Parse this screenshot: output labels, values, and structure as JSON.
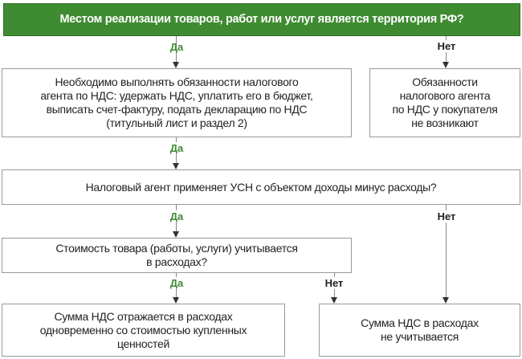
{
  "question_place": "Местом реализации товаров, работ или услуг является территория РФ?",
  "agent_duties": [
    "Необходимо выполнять обязанности налогового",
    "агента по НДС: удержать НДС, уплатить его в бюджет,",
    "выписать счет-фактуру, подать декларацию по НДС",
    "(титульный лист и раздел 2)"
  ],
  "no_duties": [
    "Обязанности",
    "налогового агента",
    "по НДС у покупателя",
    "не возникают"
  ],
  "question_usn": "Налоговый агент применяет УСН с объектом доходы минус расходы?",
  "question_cost": [
    "Стоимость товара (работы, услуги) учитывается",
    "в расходах?"
  ],
  "vat_in_expenses": [
    "Сумма НДС отражается в расходах",
    "одновременно со стоимостью купленных",
    "ценностей"
  ],
  "vat_not_counted": [
    "Сумма НДС в расходах",
    "не учитывается"
  ],
  "labels": {
    "yes": "Да",
    "no": "Нет"
  },
  "colors": {
    "header_bg": "#3f8b32",
    "yes_text": "#3f8b32"
  }
}
